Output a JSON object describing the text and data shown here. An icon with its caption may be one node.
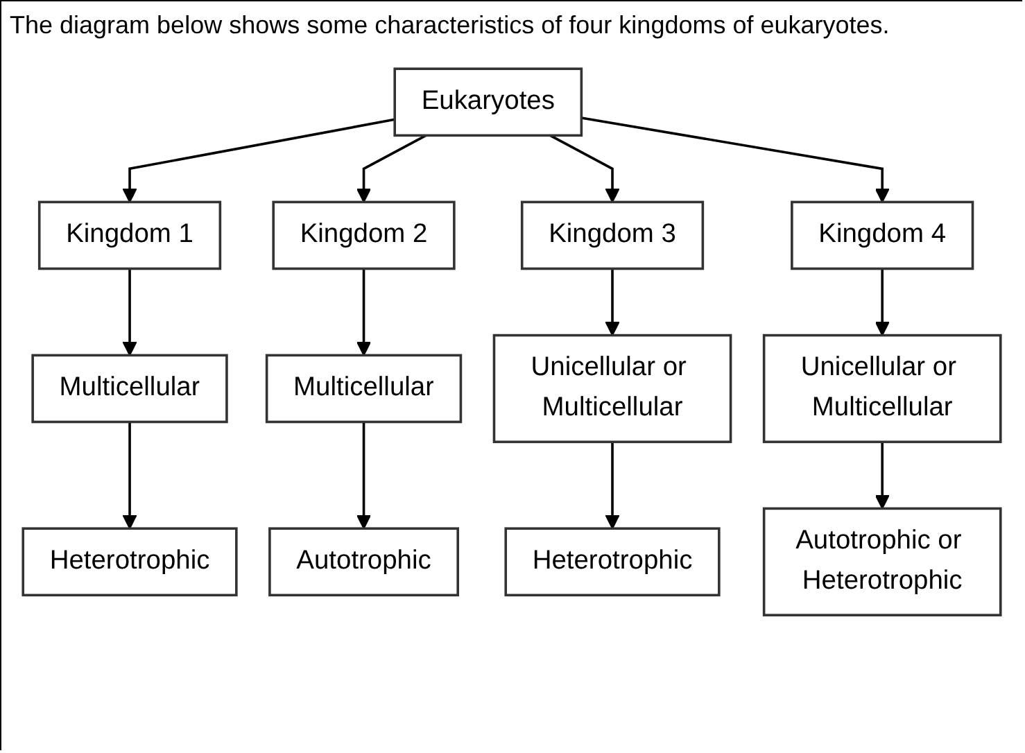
{
  "diagram": {
    "title": "The diagram below shows some characteristics of four kingdoms of eukaryotes.",
    "nodes": [
      {
        "text": [
          "Eukaryotes"
        ]
      },
      {
        "text": [
          "Kingdom 1"
        ]
      },
      {
        "text": [
          "Kingdom 2"
        ]
      },
      {
        "text": [
          "Kingdom 3"
        ]
      },
      {
        "text": [
          "Kingdom 4"
        ]
      },
      {
        "text": [
          "Multicellular"
        ]
      },
      {
        "text": [
          "Multicellular"
        ]
      },
      {
        "text": [
          "Unicellular or Multicellular"
        ]
      },
      {
        "text": [
          "Unicellular or Multicellular"
        ]
      },
      {
        "text": [
          "Heterotrophic"
        ]
      },
      {
        "text": [
          "Autotrophic"
        ]
      },
      {
        "text": [
          "Heterotrophic"
        ]
      },
      {
        "text": [
          "Autotrophic or Heterotrophic"
        ]
      }
    ],
    "edges": [
      {
        "from": 0,
        "to": 1,
        "arrow": "to"
      },
      {
        "from": 0,
        "to": 2,
        "arrow": "to"
      },
      {
        "from": 0,
        "to": 3,
        "arrow": "to"
      },
      {
        "from": 0,
        "to": 4,
        "arrow": "to"
      },
      {
        "from": 1,
        "to": 5,
        "arrow": "to"
      },
      {
        "from": 2,
        "to": 6,
        "arrow": "to"
      },
      {
        "from": 3,
        "to": 7,
        "arrow": "to"
      },
      {
        "from": 4,
        "to": 8,
        "arrow": "to"
      },
      {
        "from": 5,
        "to": 9,
        "arrow": "to"
      },
      {
        "from": 6,
        "to": 10,
        "arrow": "to"
      },
      {
        "from": 7,
        "to": 11,
        "arrow": "to"
      },
      {
        "from": 8,
        "to": 12,
        "arrow": "to"
      }
    ]
  }
}
